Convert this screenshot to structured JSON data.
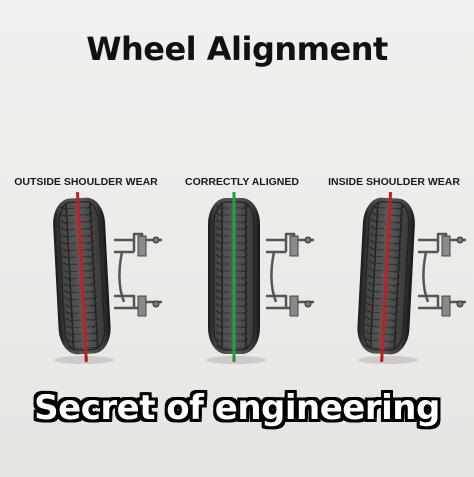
{
  "title": "Wheel Alignment",
  "wheels": [
    {
      "label": "OUTSIDE SHOULDER WEAR",
      "line_color": "#c0201e"
    },
    {
      "label": "CORRECTLY ALIGNED",
      "line_color": "#1fa33a"
    },
    {
      "label": "INSIDE SHOULDER WEAR",
      "line_color": "#c0201e"
    }
  ],
  "caption": "Secret of engineering"
}
